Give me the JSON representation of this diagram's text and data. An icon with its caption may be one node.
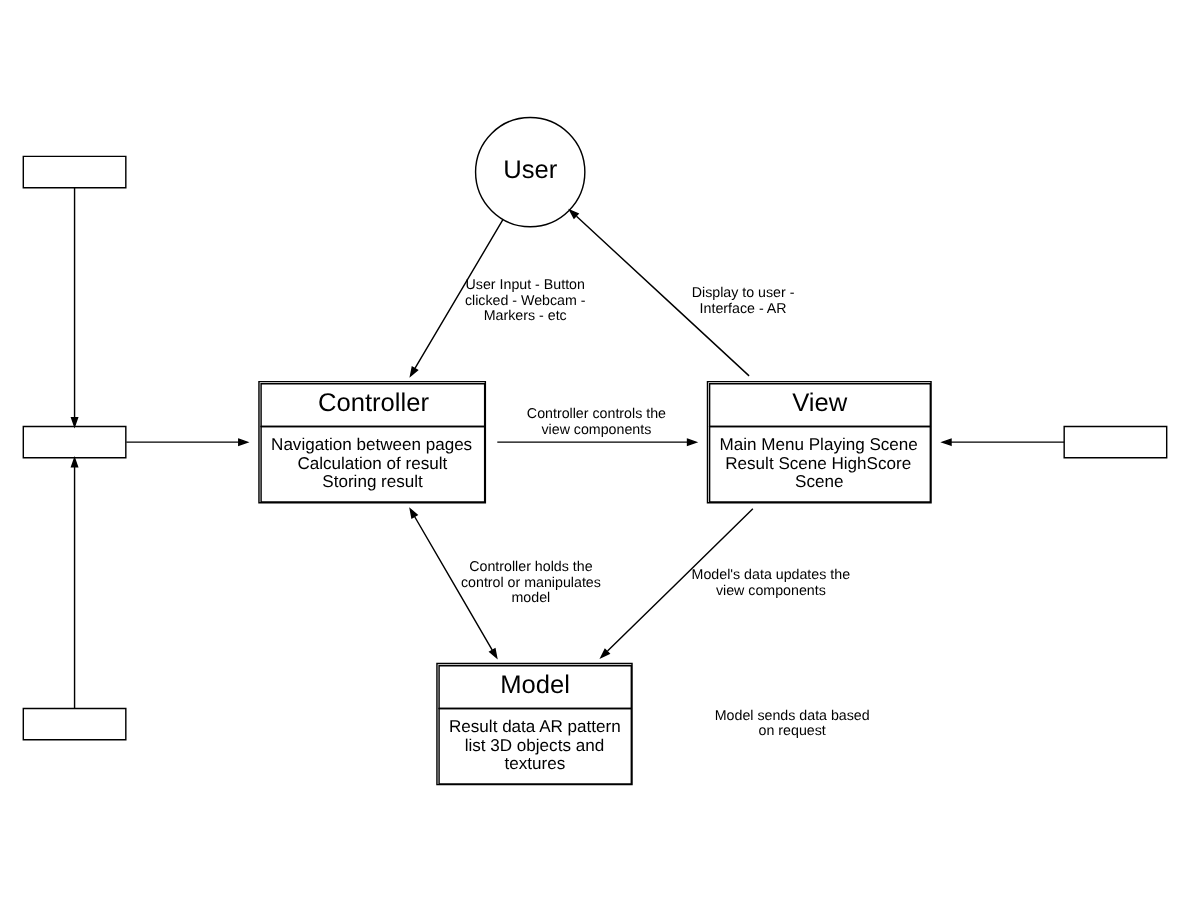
{
  "diagram": {
    "nodes": [
      {
        "text": [
          "User"
        ]
      },
      {
        "text": [
          "Controller",
          "Navigation between pages Calculation of result Storing result"
        ]
      },
      {
        "text": [
          "View",
          "Main Menu Playing Scene Result Scene HighScore Scene"
        ]
      },
      {
        "text": [],
        "shape": "box"
      },
      {
        "text": [],
        "shape": "box"
      },
      {
        "text": [],
        "shape": "box"
      },
      {
        "text": [],
        "shape": "box"
      },
      {
        "text": [
          "Model",
          "Result data AR pattern list 3D objects and textures"
        ]
      }
    ],
    "edges": [
      {
        "from": 0,
        "to": 1,
        "arrow": "to",
        "label": "User Input - Button clicked - Webcam - Markers - etc"
      },
      {
        "from": 2,
        "to": 0,
        "arrow": "to",
        "label": "Display to user - Interface - AR"
      },
      {
        "from": 1,
        "to": 2,
        "arrow": "to",
        "label": "Controller controls the view components"
      },
      {
        "from": 1,
        "to": 7,
        "arrow": "both",
        "label": "Controller holds the control or manipulates model"
      },
      {
        "from": 2,
        "to": 7,
        "arrow": "to",
        "label": "Model's data updates the view components"
      },
      {
        "from": 3,
        "to": 4,
        "arrow": "to"
      },
      {
        "from": 5,
        "to": 4,
        "arrow": "to"
      },
      {
        "from": 4,
        "to": 1,
        "arrow": "to"
      },
      {
        "from": 6,
        "to": 2,
        "arrow": "to"
      }
    ],
    "labels": [
      "Model sends data based on request"
    ]
  }
}
